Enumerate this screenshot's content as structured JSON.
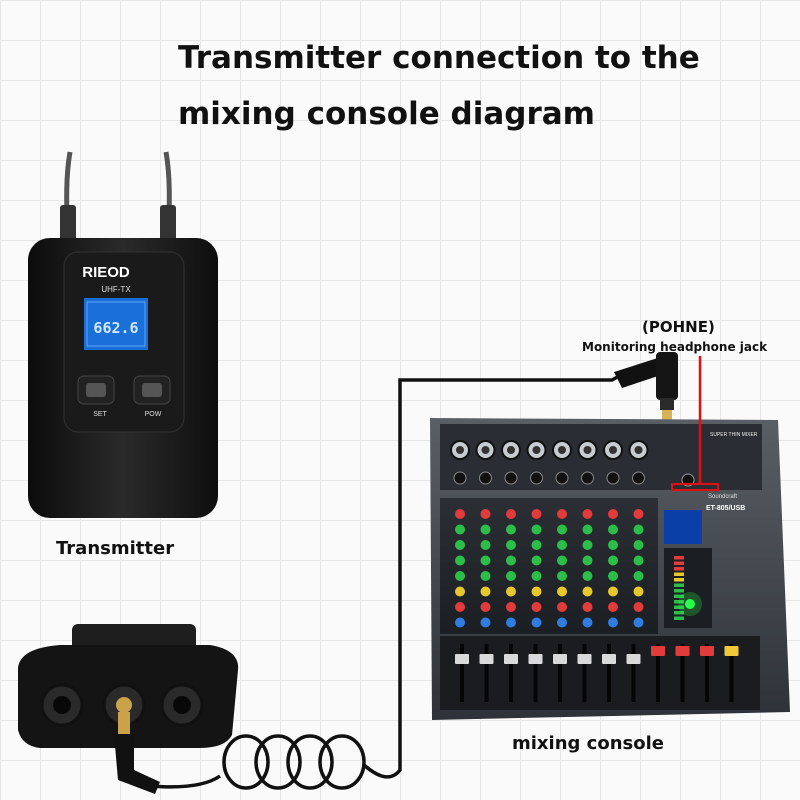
{
  "title": {
    "line1": "Transmitter connection to the",
    "line2": "mixing console diagram"
  },
  "labels": {
    "phone_short": "(POHNE)",
    "phone_long": "Monitoring headphone jack",
    "transmitter": "Transmitter",
    "console": "mixing console"
  },
  "device": {
    "brand": "RIEOD",
    "model": "UHF-TX",
    "lcd_digits": "662.6",
    "set_label": "SET",
    "pow_label": "POW"
  },
  "mixer": {
    "brand": "Soundcraft",
    "model": "ET-805/USB",
    "subtitle": "SUPER THIN MIXER"
  },
  "colors": {
    "lcd": "#1a6fd8",
    "indicator_line": "#e01010",
    "cable": "#111111"
  }
}
